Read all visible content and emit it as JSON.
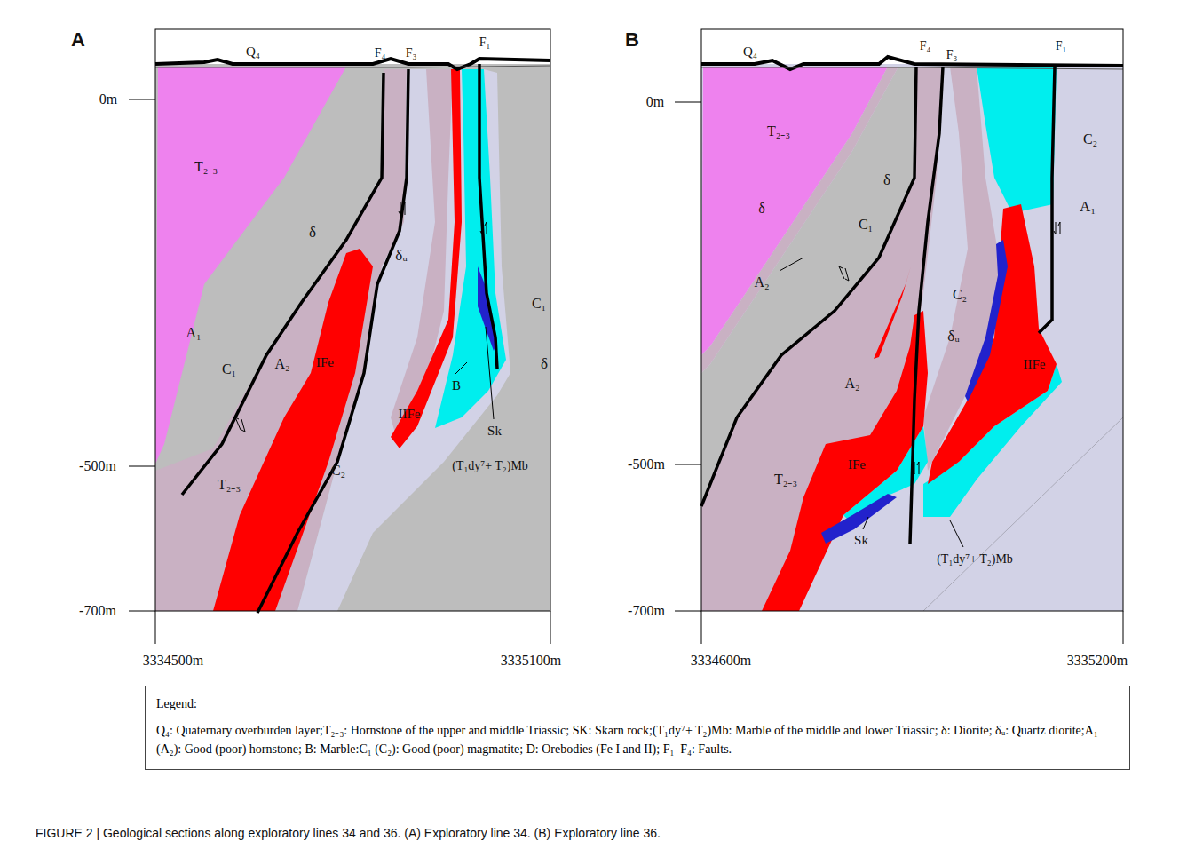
{
  "diagram": {
    "caption": "FIGURE 2 | Geological sections along exploratory lines 34 and 36. (A) Exploratory line 34. (B) Exploratory line 36.",
    "nodes": [
      {
        "text": [
          "Legend:",
          "Q₄: Quaternary overburden layer;T₂₋₃: Hornstone of the upper and middle Triassic; SK: Skarn rock;(T₁dy⁷+ T₂)Mb: Marble of the middle and lower Triassic; δ: Diorite; δᵤ: Quartz diorite;A₁ (A₂): Good (poor) hornstone; B: Marble:C₁ (C₂): Good (poor) magmatite; D: Orebodies (Fe I and II); F₁–F₄: Faults."
        ]
      }
    ],
    "labels": [
      "A",
      "Q₄",
      "F₄",
      "F₃",
      "F₁",
      "0m",
      "T₂₋₃",
      "δ",
      "δᵤ",
      "C₁",
      "δ",
      "A₁",
      "C₁",
      "A₂",
      "IFe",
      "B",
      "IIFe",
      "Sk",
      "(T₁dy⁷+ T₂)Mb",
      "-500m",
      "T₂₋₃",
      "C₂",
      "-700m",
      "3334500m",
      "3335100m",
      "B",
      "Q₄",
      "F₄",
      "F₃",
      "F₁",
      "0m",
      "T₂₋₃",
      "C₂",
      "δ",
      "A₁",
      "δ",
      "C₁",
      "A₂",
      "C₂",
      "δᵤ",
      "A₂",
      "IIFe",
      "-500m",
      "T₂₋₃",
      "IFe",
      "Sk",
      "(T₁dy⁷+ T₂)Mb",
      "-700m",
      "3334600m",
      "3335200m"
    ]
  }
}
